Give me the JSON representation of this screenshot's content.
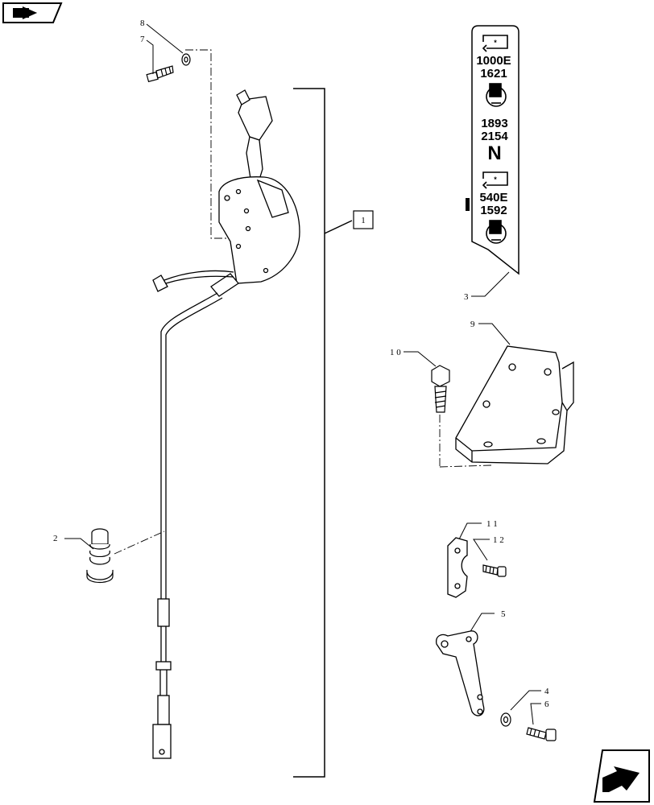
{
  "callouts": {
    "c1": "1",
    "c2": "2",
    "c3": "3",
    "c4": "4",
    "c5": "5",
    "c6": "6",
    "c7": "7",
    "c8": "8",
    "c9": "9",
    "c10": "1 0",
    "c11": "1 1",
    "c12": "1 2"
  },
  "decal": {
    "line1": "1000E",
    "line2": "1621",
    "line3": "1893",
    "line4": "2154",
    "line5": "N",
    "line6": "540E",
    "line7": "1592"
  },
  "icons": {
    "top_left": "prev-page-icon",
    "bottom_right": "next-page-icon"
  }
}
